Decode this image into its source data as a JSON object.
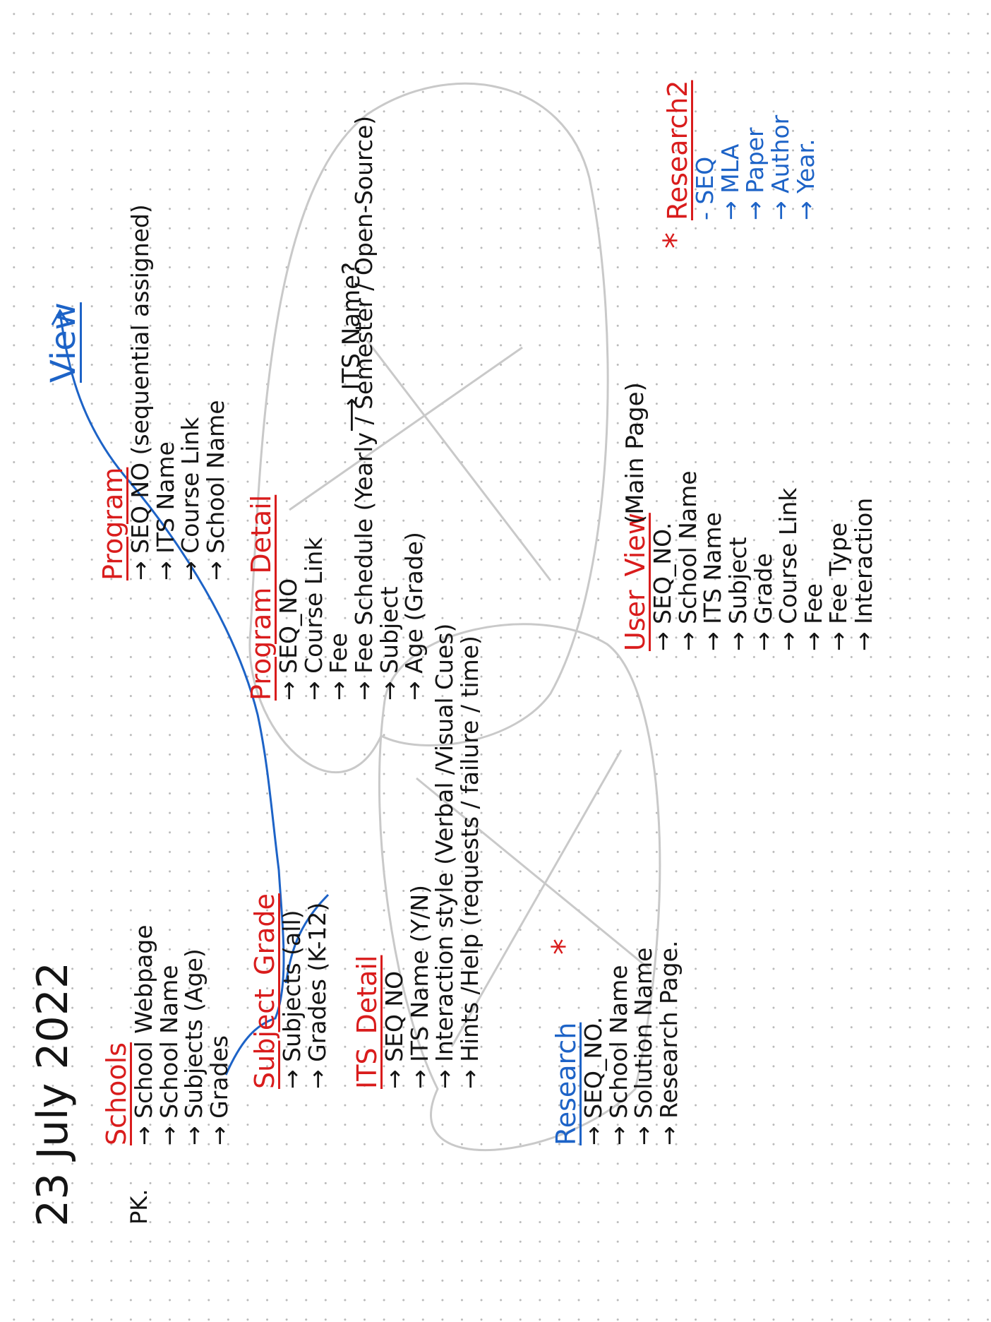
{
  "date": "23 July 2022",
  "view_label": "View",
  "pk_label": "PK.",
  "tables": {
    "schools": {
      "title": "Schools",
      "fields": [
        "→ School Webpage",
        "→ School Name",
        "→ Subjects (Age)",
        "→ Grades"
      ]
    },
    "subject_grade": {
      "title": "Subject_Grade",
      "fields": [
        "→ Subjects (all)",
        "→ Grades (K-12)"
      ]
    },
    "its_detail": {
      "title": "ITS_Detail",
      "fields": [
        "→ SEQ NO",
        "→ ITS Name (Y/N)",
        "→ Interaction style (Verbal /Visual Cues)",
        "→ Hints /Help (requests / failure / time)"
      ]
    },
    "research": {
      "title": "Research",
      "fields": [
        "→ SEQ_NO.",
        "→ School Name",
        "→ Solution Name",
        "→ Research Page."
      ]
    },
    "program": {
      "title": "Program",
      "fields": [
        "→ SEQ NO (sequential assigned)",
        "→ ITS Name",
        "→ Course Link",
        "→ School Name"
      ]
    },
    "program_detail": {
      "title": "Program_Detail",
      "fields": [
        "→ SEQ_NO",
        "→ Course Link",
        "→ Fee",
        "→ Fee Schedule (Yearly / Semester / Open-Source)",
        "→ Subject",
        "→ Age (Grade)"
      ],
      "its_name_note": "ITS Name?"
    },
    "user_view": {
      "title": "User_View",
      "note": "(Main Page)",
      "fields": [
        "→ SEQ_NO.",
        "→ School Name",
        "→ ITS Name",
        "→ Subject",
        "→ Grade",
        "→ Course Link",
        "→ Fee",
        "→ Fee Type",
        "→ Interaction"
      ]
    },
    "research2": {
      "title": "Research2",
      "fields": [
        "- SEQ",
        "→ MLA",
        "→ Paper",
        "→ Author",
        "→ Year."
      ]
    }
  },
  "asterisk": "*",
  "colors": {
    "title_red": "#d91c1c",
    "blue": "#1d63c7",
    "ink": "#141414",
    "grey_stroke": "#c9c9c9",
    "dot_grid": "#b9b9b9"
  }
}
